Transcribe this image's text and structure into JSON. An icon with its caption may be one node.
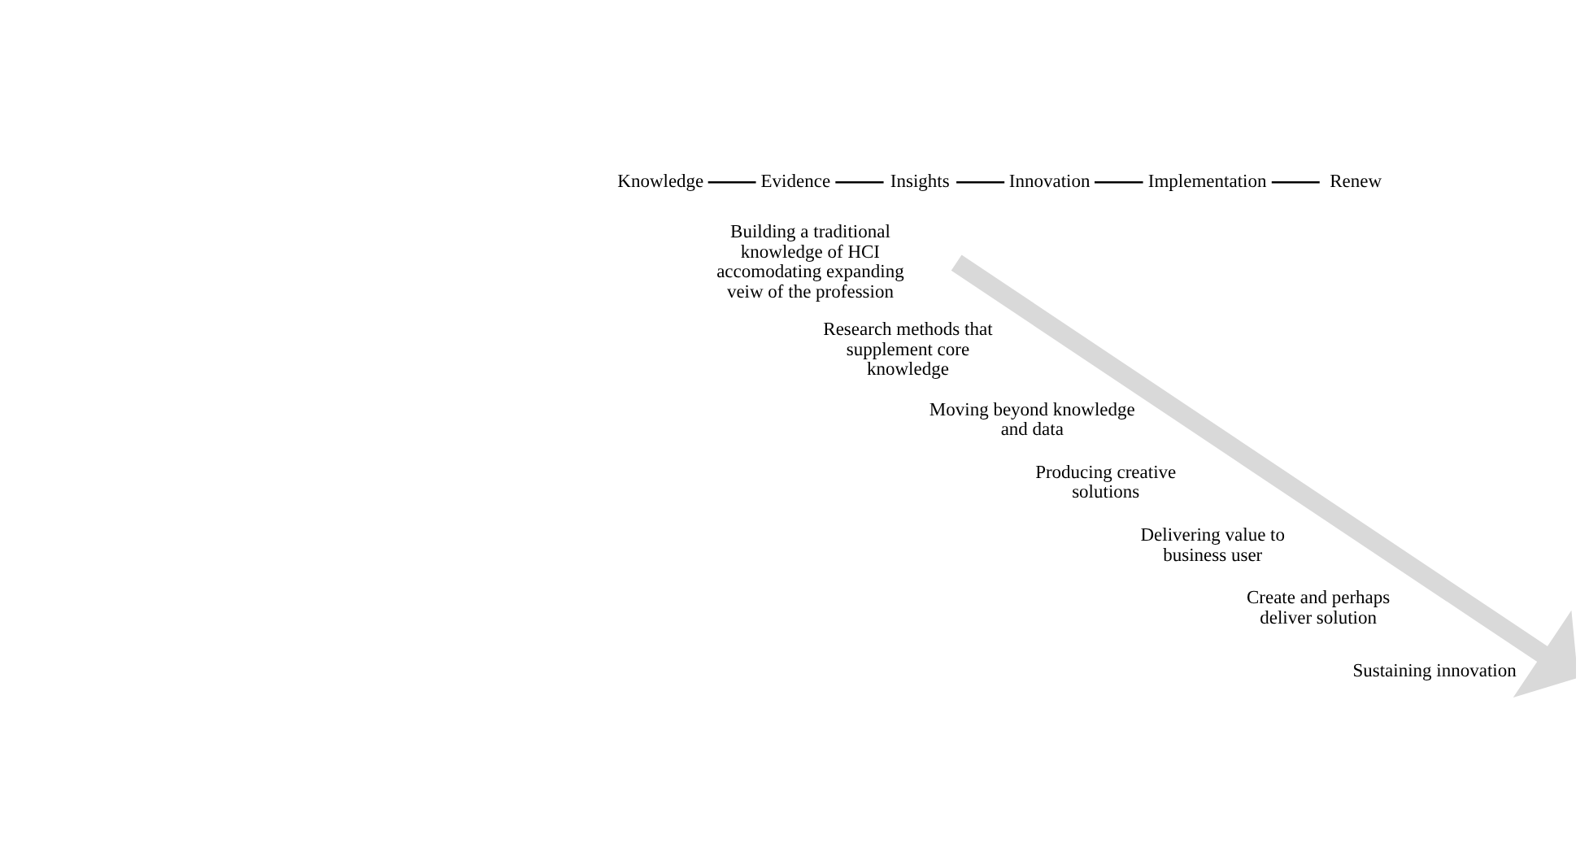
{
  "diagram": {
    "nodes": [
      {
        "text": [
          "Knowledge"
        ]
      },
      {
        "text": [
          "Evidence"
        ]
      },
      {
        "text": [
          "Insights"
        ]
      },
      {
        "text": [
          "Innovation"
        ]
      },
      {
        "text": [
          "Implementation"
        ]
      },
      {
        "text": [
          "Renew"
        ]
      }
    ],
    "edges": [
      {
        "from": 0,
        "to": 1,
        "arrow": "none"
      },
      {
        "from": 1,
        "to": 2,
        "arrow": "none"
      },
      {
        "from": 2,
        "to": 3,
        "arrow": "none"
      },
      {
        "from": 3,
        "to": 4,
        "arrow": "none"
      },
      {
        "from": 4,
        "to": 5,
        "arrow": "none"
      }
    ],
    "labels": [
      "Building a traditional knowledge of HCI accomodating expanding veiw of the profession",
      "Research methods that supplement core knowledge",
      "Moving beyond knowledge and data",
      "Producing creative solutions",
      "Delivering value to business user",
      "Create and perhaps deliver solution",
      "Sustaining innovation"
    ]
  }
}
